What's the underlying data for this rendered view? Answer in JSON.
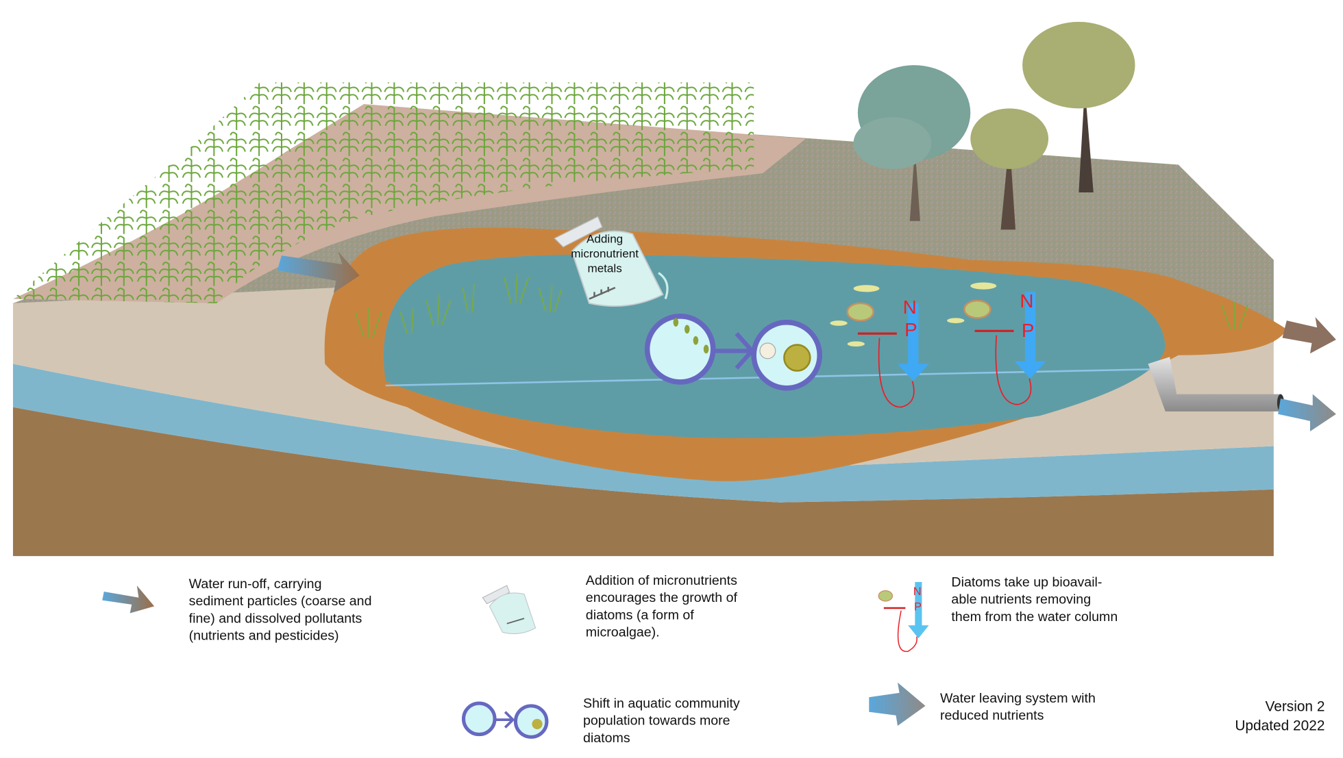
{
  "diagram": {
    "jug_label": [
      "Adding",
      "micronutrient",
      "metals"
    ],
    "nutrient_letters": [
      "N",
      "P"
    ]
  },
  "legend": [
    {
      "icon": "runoff-arrow-icon",
      "lines": [
        "Water run-off, carrying",
        "sediment particles (coarse and",
        "fine) and dissolved pollutants",
        "(nutrients and pesticides)"
      ]
    },
    {
      "icon": "measuring-jug-icon",
      "lines": [
        "Addition of micronutrients",
        "encourages the growth of",
        "diatoms (a form of",
        "microalgae)."
      ]
    },
    {
      "icon": "diatom-uptake-icon",
      "lines": [
        "Diatoms take up bioavail-",
        "able nutrients removing",
        "them from the water column"
      ]
    },
    {
      "icon": "community-shift-icon",
      "lines": [
        "Shift in aquatic community",
        "population towards more",
        "diatoms"
      ]
    },
    {
      "icon": "outflow-arrow-icon",
      "lines": [
        "Water leaving system with",
        "reduced nutrients"
      ]
    }
  ],
  "version": [
    "Version 2",
    "Updated 2022"
  ],
  "colors": {
    "water": "#5f9da6",
    "rim": "#c8843f",
    "soil": "#9b774e",
    "aquifer": "#7fb6cc",
    "ring": "#6668c0",
    "arrow_blue": "#5aa7dc",
    "np_red": "#e8202a"
  }
}
